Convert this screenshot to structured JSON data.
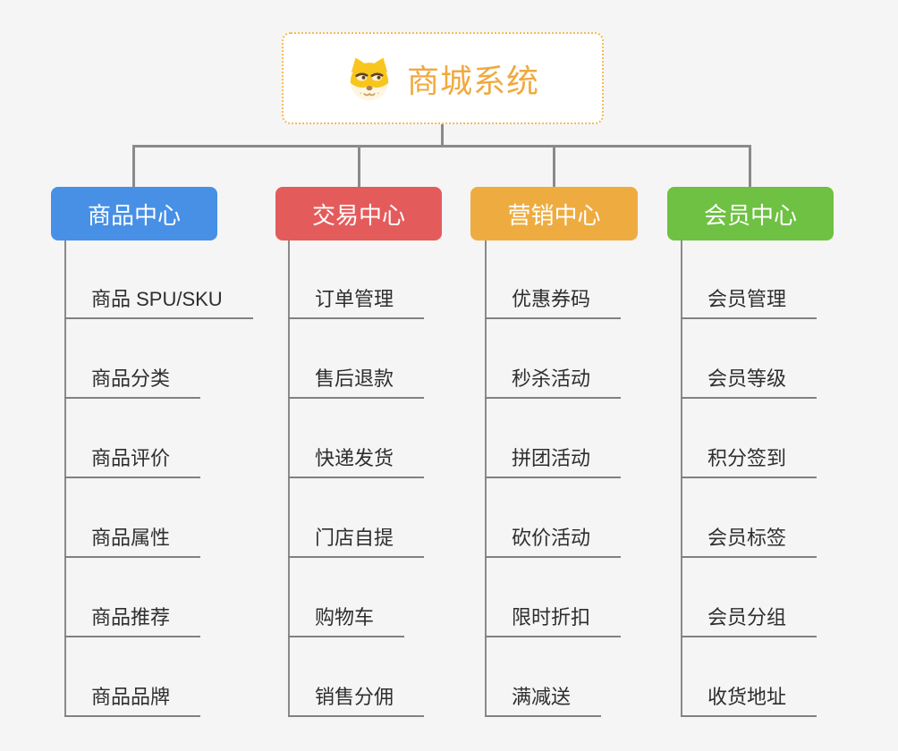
{
  "root": {
    "title": "商城系统",
    "icon": "dog-face-icon",
    "text_color": "#F0A93F",
    "border_color": "#F3BB55",
    "background": "#FFFFFF"
  },
  "connector_color": "#8A8A8A",
  "page_background": "#F5F5F5",
  "branches": [
    {
      "label": "商品中心",
      "color": "#4790E6",
      "children": [
        "商品 SPU/SKU",
        "商品分类",
        "商品评价",
        "商品属性",
        "商品推荐",
        "商品品牌"
      ]
    },
    {
      "label": "交易中心",
      "color": "#E45B5B",
      "children": [
        "订单管理",
        "售后退款",
        "快递发货",
        "门店自提",
        "购物车",
        "销售分佣"
      ]
    },
    {
      "label": "营销中心",
      "color": "#EEAC40",
      "children": [
        "优惠券码",
        "秒杀活动",
        "拼团活动",
        "砍价活动",
        "限时折扣",
        "满减送"
      ]
    },
    {
      "label": "会员中心",
      "color": "#6EC142",
      "children": [
        "会员管理",
        "会员等级",
        "积分签到",
        "会员标签",
        "会员分组",
        "收货地址"
      ]
    }
  ]
}
